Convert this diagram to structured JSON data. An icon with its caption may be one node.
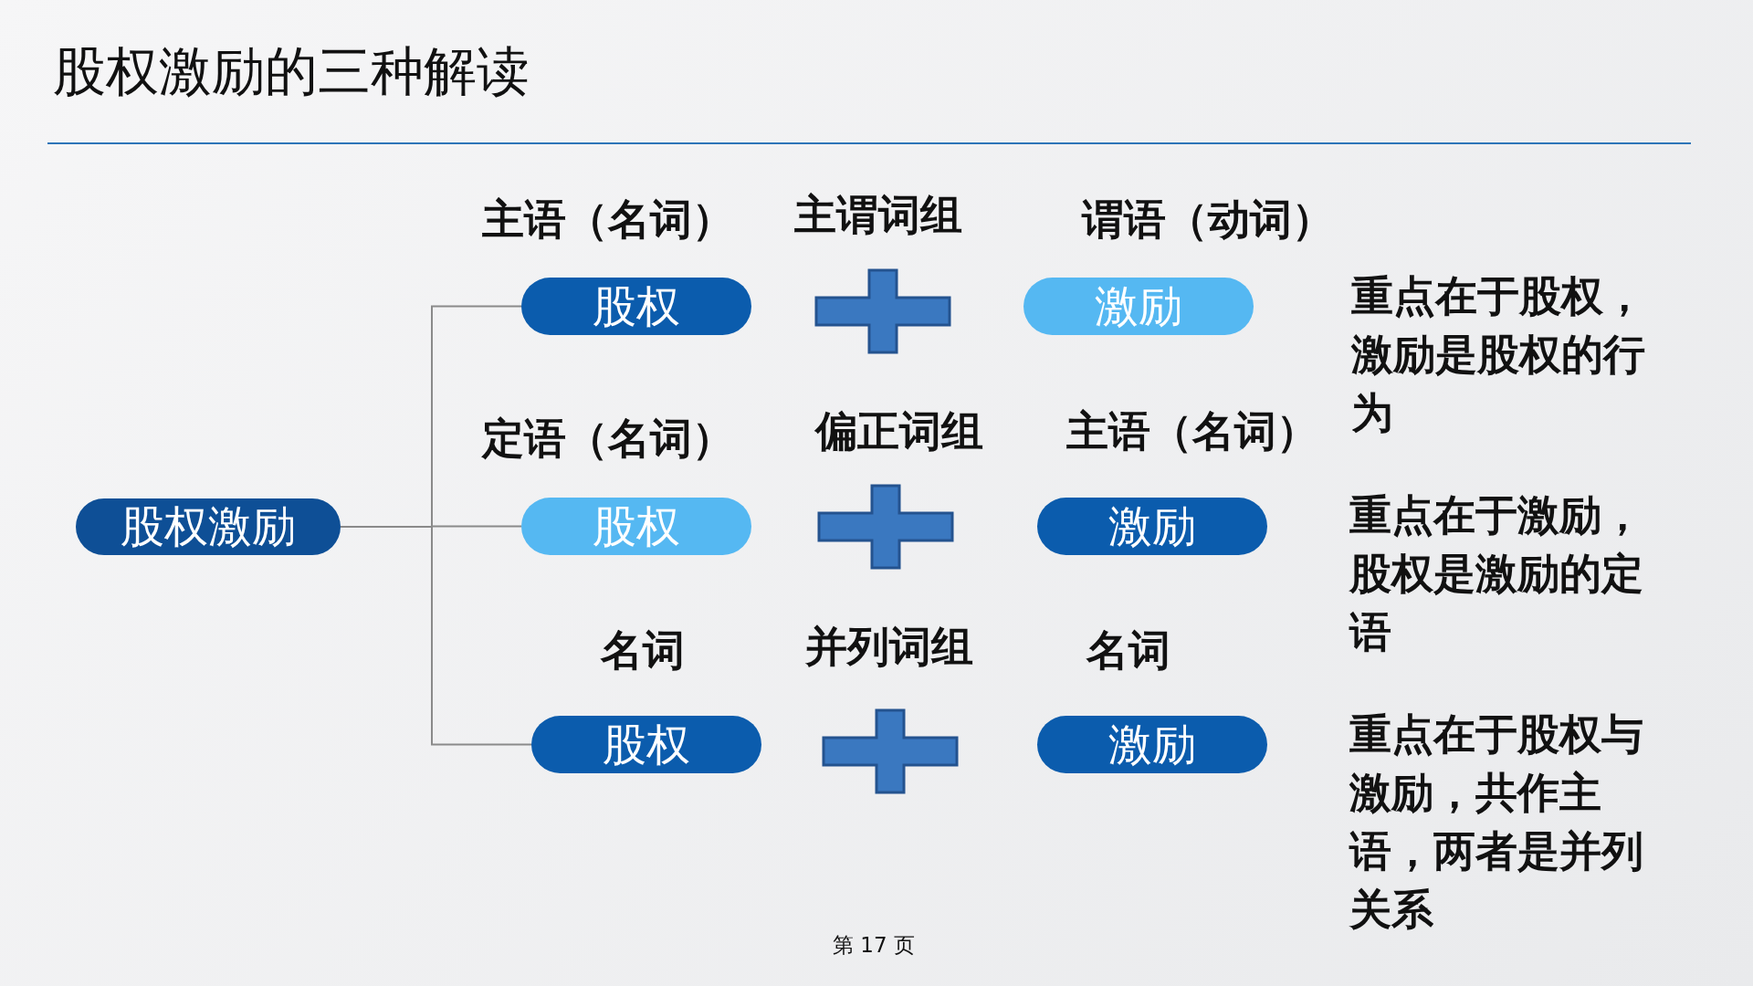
{
  "diagram": {
    "title": "股权激励的三种解读",
    "nodes": [
      {
        "text": [
          "股权激励"
        ]
      },
      {
        "text": [
          "股权"
        ]
      },
      {
        "text": [
          "激励"
        ]
      },
      {
        "text": [
          "股权"
        ]
      },
      {
        "text": [
          "激励"
        ]
      },
      {
        "text": [
          "股权"
        ]
      },
      {
        "text": [
          "激励"
        ]
      }
    ],
    "edges": [
      {
        "from": 0,
        "to": 1,
        "arrow": "none"
      },
      {
        "from": 0,
        "to": 3,
        "arrow": "none"
      },
      {
        "from": 0,
        "to": 5,
        "arrow": "none"
      }
    ],
    "labels": [
      "主语（名词）",
      "主谓词组",
      "谓语（动词）",
      "重点在于股权，激励是股权的行为",
      "定语（名词）",
      "偏正词组",
      "主语（名词）",
      "重点在于激励，股权是激励的定语",
      "名词",
      "并列词组",
      "名词",
      "重点在于股权与激励，共作主语，两者是并列关系",
      "第 17 页"
    ]
  }
}
